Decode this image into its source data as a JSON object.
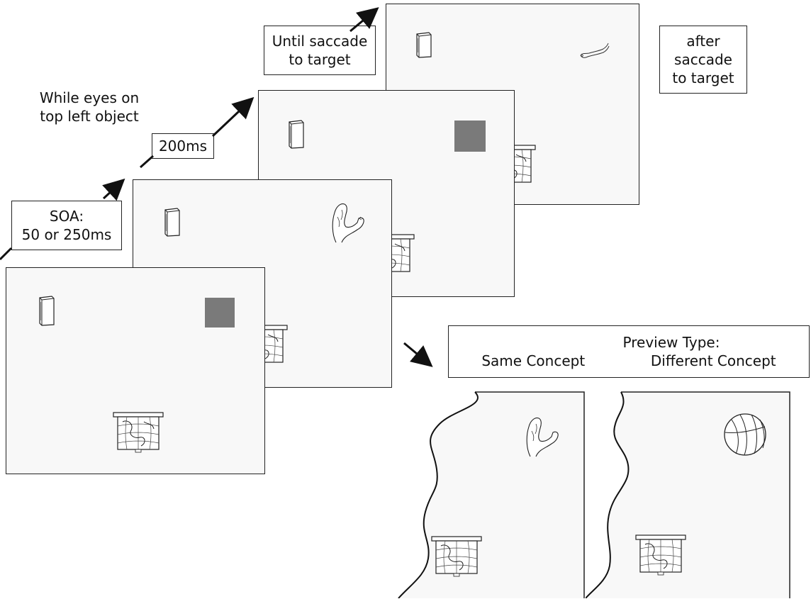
{
  "labels": {
    "soa": "SOA:\n50 or 250ms",
    "eyes_on": "While eyes on\ntop left object",
    "duration_200": "200ms",
    "until_saccade": "Until saccade\nto target",
    "after_saccade": "after\nsaccade\nto target"
  },
  "preview": {
    "title": "Preview Type:",
    "same": "Same Concept",
    "different": "Different Concept"
  },
  "colors": {
    "mask_square": "#7a7a7a",
    "screen_bg": "#f8f8f8",
    "outline": "#222222"
  },
  "icons": {
    "book": "book-icon",
    "map": "map-icon",
    "arm": "arm-icon",
    "hand": "hand-icon",
    "ball": "beach-ball-icon"
  }
}
